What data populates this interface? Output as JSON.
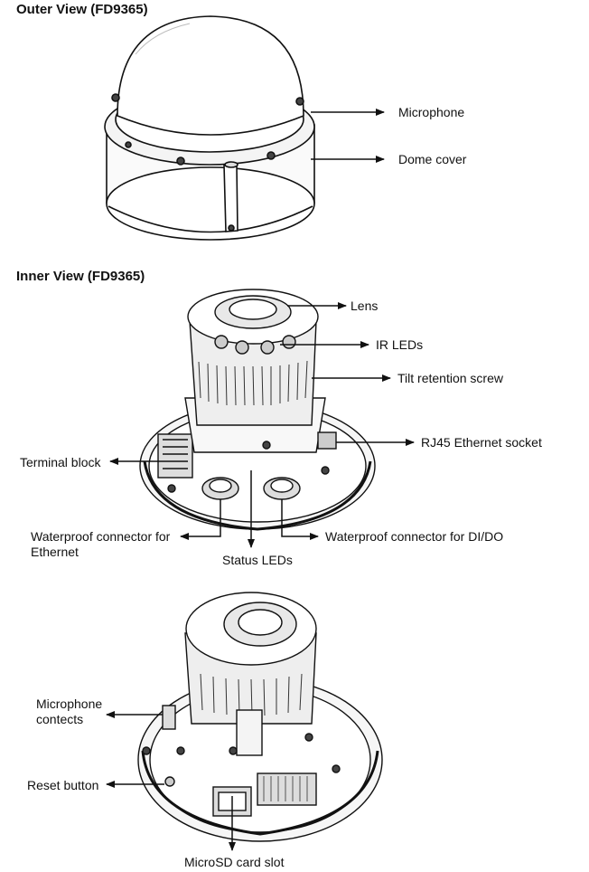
{
  "outer": {
    "heading": "Outer View (FD9365)",
    "labels": {
      "microphone": "Microphone",
      "dome_cover": "Dome cover"
    }
  },
  "inner": {
    "heading": "Inner View (FD9365)",
    "labels": {
      "lens": "Lens",
      "ir_leds": "IR LEDs",
      "tilt_screw": "Tilt retention screw",
      "rj45": "RJ45 Ethernet socket",
      "terminal_block": "Terminal block",
      "wp_ethernet_1": "Waterproof connector for",
      "wp_ethernet_2": "Ethernet",
      "wp_dido": "Waterproof connector for DI/DO",
      "status_leds": "Status LEDs"
    }
  },
  "inner2": {
    "labels": {
      "mic_contacts_1": "Microphone",
      "mic_contacts_2": "contects",
      "reset": "Reset button",
      "microsd": "MicroSD card slot"
    }
  }
}
